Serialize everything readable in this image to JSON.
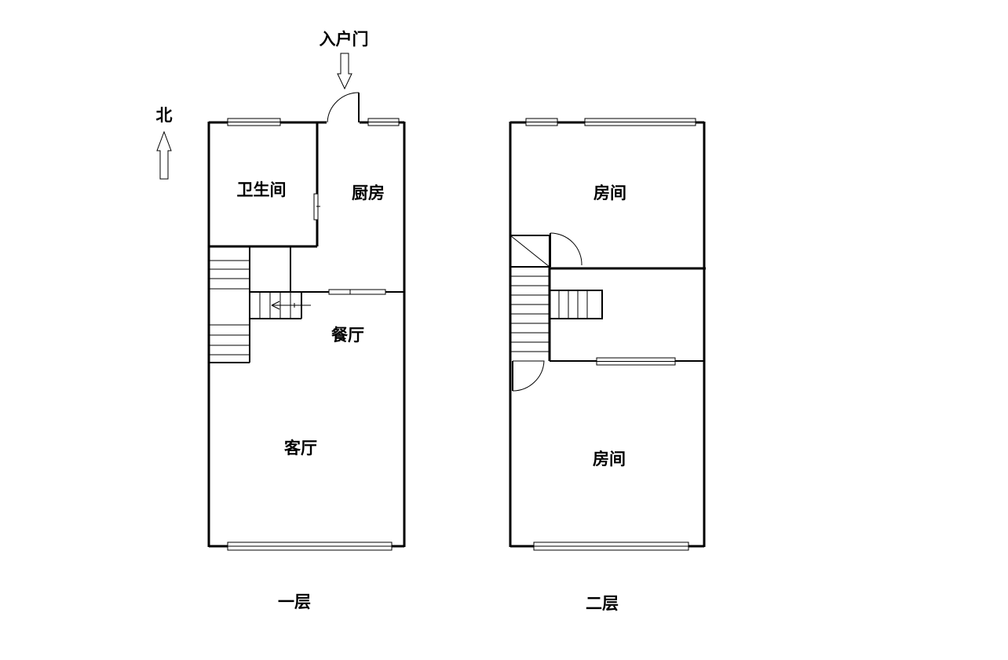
{
  "labels": {
    "entrance": "入户门",
    "north": "北",
    "floor1": "一层",
    "floor2": "二层"
  },
  "floor1": {
    "bathroom": "卫生间",
    "kitchen": "厨房",
    "dining": "餐厅",
    "living": "客厅"
  },
  "floor2": {
    "room_north": "房间",
    "room_south": "房间"
  }
}
